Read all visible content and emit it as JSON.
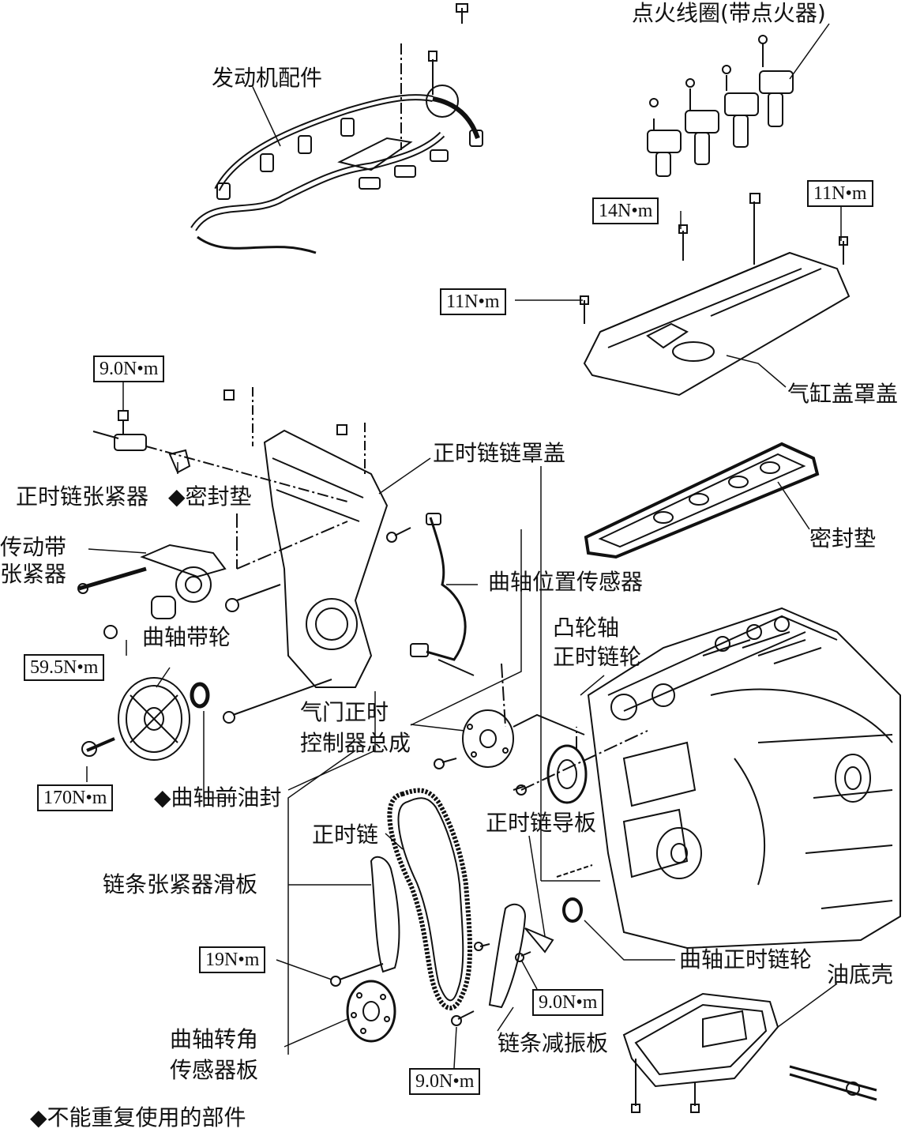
{
  "labels": {
    "ignition_coil": "点火线圈(带点火器)",
    "engine_wiring": "发动机配件",
    "cylinder_head_cover": "气缸盖罩盖",
    "timing_chain_cover": "正时链链罩盖",
    "timing_chain_tensioner": "正时链张紧器",
    "gasket_small": "◆密封垫",
    "cover_gasket": "密封垫",
    "belt_tensioner_line1": "传动带",
    "belt_tensioner_line2": "张紧器",
    "crank_position_sensor": "曲轴位置传感器",
    "crank_pulley": "曲轴带轮",
    "camshaft_sprocket_line1": "凸轮轴",
    "camshaft_sprocket_line2": "正时链轮",
    "vvt_line1": "气门正时",
    "vvt_line2": "控制器总成",
    "front_oil_seal": "◆曲轴前油封",
    "timing_chain": "正时链",
    "chain_guide": "正时链导板",
    "tensioner_slipper": "链条张紧器滑板",
    "crank_timing_sprocket": "曲轴正时链轮",
    "oil_pan": "油底壳",
    "crank_angle_plate_line1": "曲轴转角",
    "crank_angle_plate_line2": "传感器板",
    "chain_damper": "链条减振板",
    "legend_non_reusable": "◆不能重复使用的部件"
  },
  "torques": {
    "coil_bolt": "14N•m",
    "cover_bolt_right": "11N•m",
    "cover_bolt_left": "11N•m",
    "tensioner_bolt": "9.0N•m",
    "belt_tensioner_nut": "59.5N•m",
    "pulley_bolt": "170N•m",
    "slipper_bolt": "19N•m",
    "guide_bolt": "9.0N•m",
    "damper_bolt": "9.0N•m"
  }
}
